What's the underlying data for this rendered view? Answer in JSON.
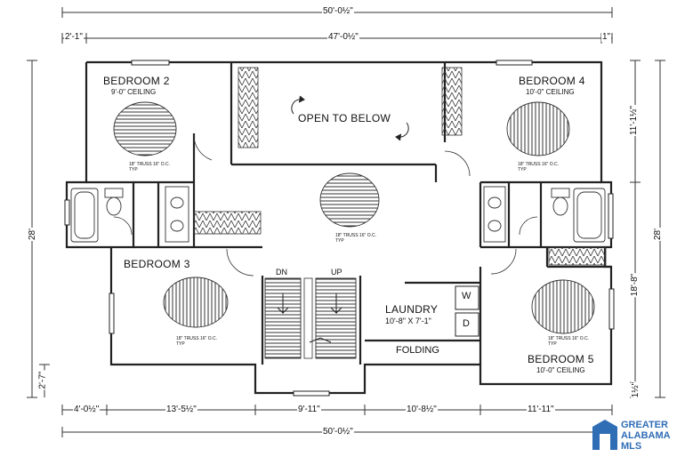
{
  "rooms": {
    "bedroom2": {
      "name": "BEDROOM 2",
      "ceiling": "9'-0\" CEILING"
    },
    "bedroom3": {
      "name": "BEDROOM 3"
    },
    "bedroom4": {
      "name": "BEDROOM 4",
      "ceiling": "10'-0\" CEILING"
    },
    "bedroom5": {
      "name": "BEDROOM 5",
      "ceiling": "10'-0\" CEILING"
    },
    "open": {
      "name": "OPEN TO BELOW"
    },
    "laundry": {
      "name": "LAUNDRY",
      "size": "10'-8\" X 7'-1\""
    },
    "folding": {
      "name": "FOLDING"
    },
    "washer": "W",
    "dryer": "D"
  },
  "stairs": {
    "down": "DN",
    "up": "UP"
  },
  "truss_note": "18\" TRUSS 16\" O.C.",
  "truss_typ": "TYP",
  "dims": {
    "top_overall": "50'-0½\"",
    "top_left": "2'-1\"",
    "top_mid": "47'-0½\"",
    "top_right": "1\"",
    "left_total": "28'",
    "left_small": "2'-7\"",
    "right_total": "28'",
    "right_top": "11'-1½\"",
    "right_mid": "18'-8\"",
    "right_bot": "1½\"",
    "bot_1": "4'-0½\"",
    "bot_2": "13'-5½\"",
    "bot_3": "9'-11\"",
    "bot_4": "10'-8½\"",
    "bot_5": "11'-11\"",
    "bot_overall": "50'-0½\""
  },
  "logo": {
    "line1": "GREATER",
    "line2": "ALABAMA",
    "line3": "MLS",
    "color": "#2f6db5"
  }
}
